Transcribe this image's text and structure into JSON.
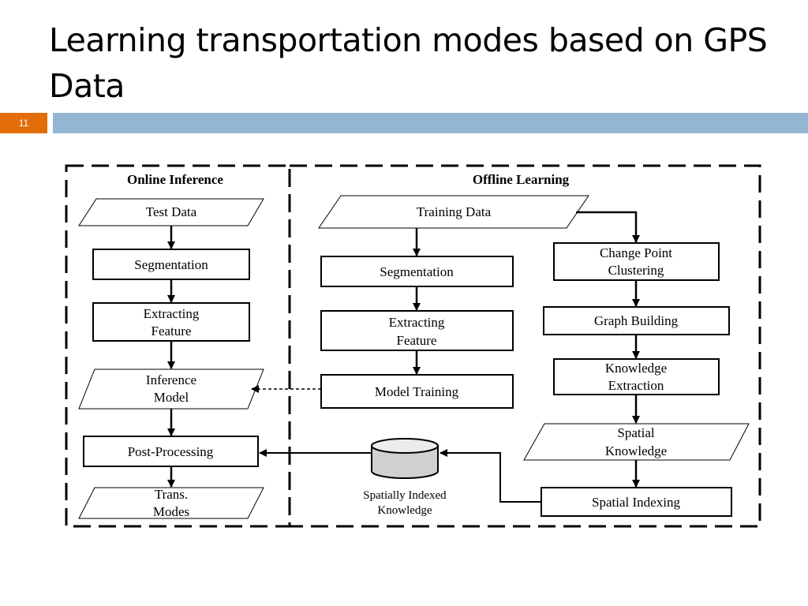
{
  "slide": {
    "title": "Learning transportation modes based on GPS Data",
    "page_number": "11"
  },
  "diagram": {
    "online": {
      "title": "Online Inference",
      "test_data": "Test Data",
      "segmentation": "Segmentation",
      "extracting_feature": [
        "Extracting",
        "Feature"
      ],
      "inference_model": [
        "Inference",
        "Model"
      ],
      "post_processing": "Post-Processing",
      "trans_modes": [
        "Trans.",
        "Modes"
      ]
    },
    "offline": {
      "title": "Offline Learning",
      "training_data": "Training Data",
      "segmentation": "Segmentation",
      "extracting_feature": [
        "Extracting",
        "Feature"
      ],
      "model_training": "Model Training",
      "change_point_clustering": [
        "Change Point",
        "Clustering"
      ],
      "graph_building": "Graph Building",
      "knowledge_extraction": [
        "Knowledge",
        "Extraction"
      ],
      "spatial_knowledge": [
        "Spatial",
        "Knowledge"
      ],
      "spatial_indexing": "Spatial Indexing",
      "spatially_indexed_knowledge": [
        "Spatially Indexed",
        "Knowledge"
      ]
    }
  }
}
